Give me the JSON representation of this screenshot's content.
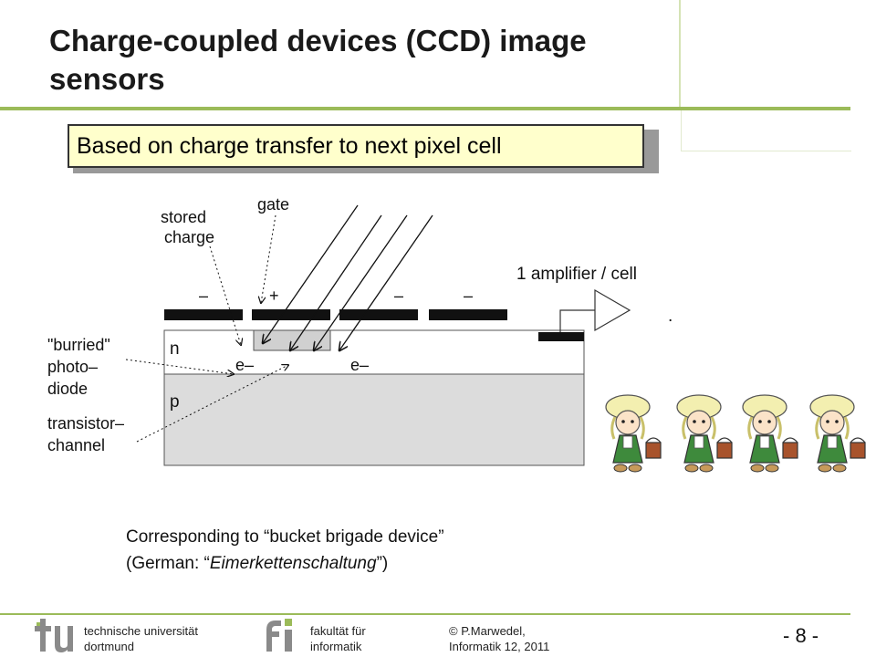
{
  "slide": {
    "title_line1": "Charge-coupled devices (CCD) image",
    "title_line2": "sensors",
    "callout": "Based on charge transfer to next pixel cell"
  },
  "diagram": {
    "label_stored": "stored",
    "label_charge": "charge",
    "label_gate": "gate",
    "label_amplifier": "1 amplifier / cell",
    "sign_minus": "–",
    "sign_plus": "+",
    "label_n": "n",
    "label_p": "p",
    "label_e_minus": "e–",
    "label_burried": "\"burried\"",
    "label_photo": "photo–",
    "label_diode": "diode",
    "label_transistor": "transistor–",
    "label_channel": "channel",
    "dot": "."
  },
  "caption": {
    "line1": "Corresponding to “bucket brigade device”",
    "line2_prefix": "(German: “",
    "line2_italic": "Eimerkettenschaltung",
    "line2_suffix": "”)"
  },
  "footer": {
    "uni_line1": "technische universität",
    "uni_line2": "dortmund",
    "fac_line1": "fakultät für",
    "fac_line2": "informatik",
    "copyright_line1": "© P.Marwedel,",
    "copyright_line2": "Informatik 12,  2011",
    "page_number": "- 8 -"
  },
  "colors": {
    "accent_green": "#9bbb59",
    "callout_fill": "#ffffcc",
    "substrate_gray": "#dcdcdc",
    "logo_gray": "#8a8a8a"
  }
}
